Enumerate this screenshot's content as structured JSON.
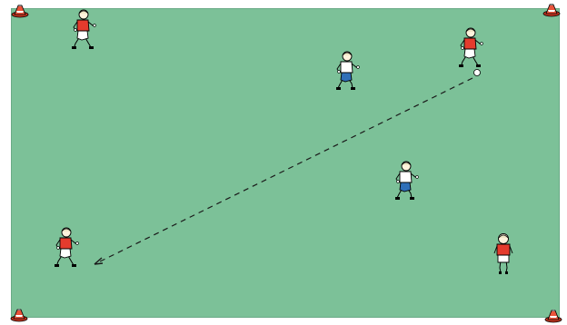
{
  "drill_diagram": {
    "pitch": {
      "color": "#7cc198"
    },
    "team_colors": {
      "red_team_shirt": "#e43b2d",
      "red_team_shorts": "#ffffff",
      "white_team_shirt": "#ffffff",
      "white_team_shorts": "#2f6fb8"
    },
    "cones": [
      {
        "id": "cone-top-left",
        "color": "#d4402b"
      },
      {
        "id": "cone-top-right",
        "color": "#d4402b"
      },
      {
        "id": "cone-bottom-left",
        "color": "#d4402b"
      },
      {
        "id": "cone-bottom-right",
        "color": "#d4402b"
      }
    ],
    "players": [
      {
        "id": "red-player-top-left",
        "team": "red"
      },
      {
        "id": "white-player-top-center",
        "team": "white"
      },
      {
        "id": "red-player-with-ball",
        "team": "red"
      },
      {
        "id": "white-player-middle",
        "team": "white"
      },
      {
        "id": "red-player-bottom-left",
        "team": "red"
      },
      {
        "id": "red-player-bottom-right",
        "team": "red"
      }
    ],
    "pass_line": {
      "style": "dashed",
      "color": "#1a1a1a"
    }
  }
}
